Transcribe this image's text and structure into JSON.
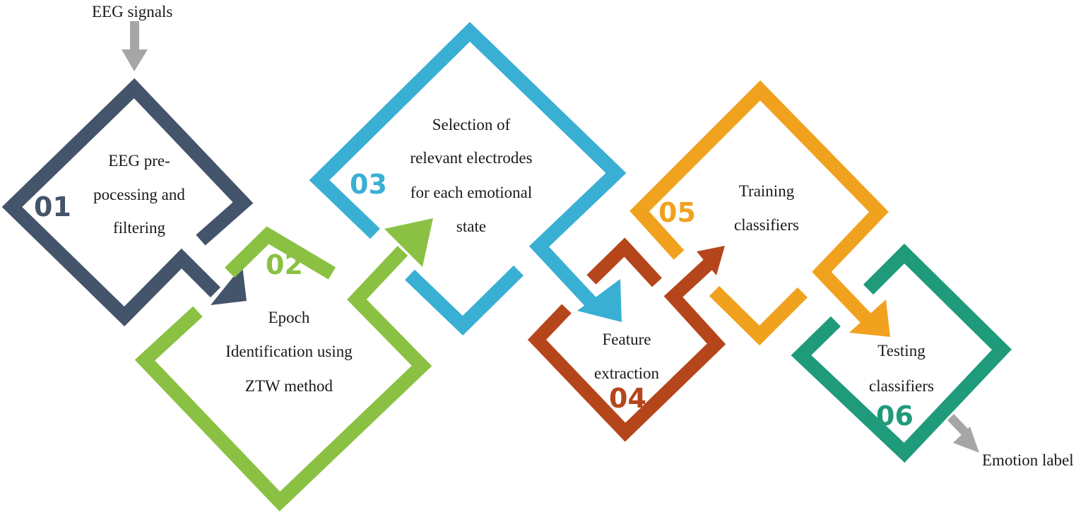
{
  "input_label": "EEG signals",
  "output_label": "Emotion label",
  "colors": {
    "step1": "#44546a",
    "step2": "#8bc143",
    "step3": "#3aafd4",
    "step4": "#b5461c",
    "step5": "#f0a21f",
    "step6": "#1f9a7a",
    "io_arrow": "#a6a6a6"
  },
  "steps": [
    {
      "number": "01",
      "lines": [
        "EEG pre-",
        "pocessing and",
        "filtering"
      ]
    },
    {
      "number": "02",
      "lines": [
        "Epoch",
        "Identification  using",
        "ZTW method"
      ]
    },
    {
      "number": "03",
      "lines": [
        "Selection  of",
        "relevant  electrodes",
        "for each emotional",
        "state"
      ]
    },
    {
      "number": "04",
      "lines": [
        "Feature",
        "extraction"
      ]
    },
    {
      "number": "05",
      "lines": [
        "Training",
        "classifiers"
      ]
    },
    {
      "number": "06",
      "lines": [
        "Testing",
        "classifiers"
      ]
    }
  ]
}
